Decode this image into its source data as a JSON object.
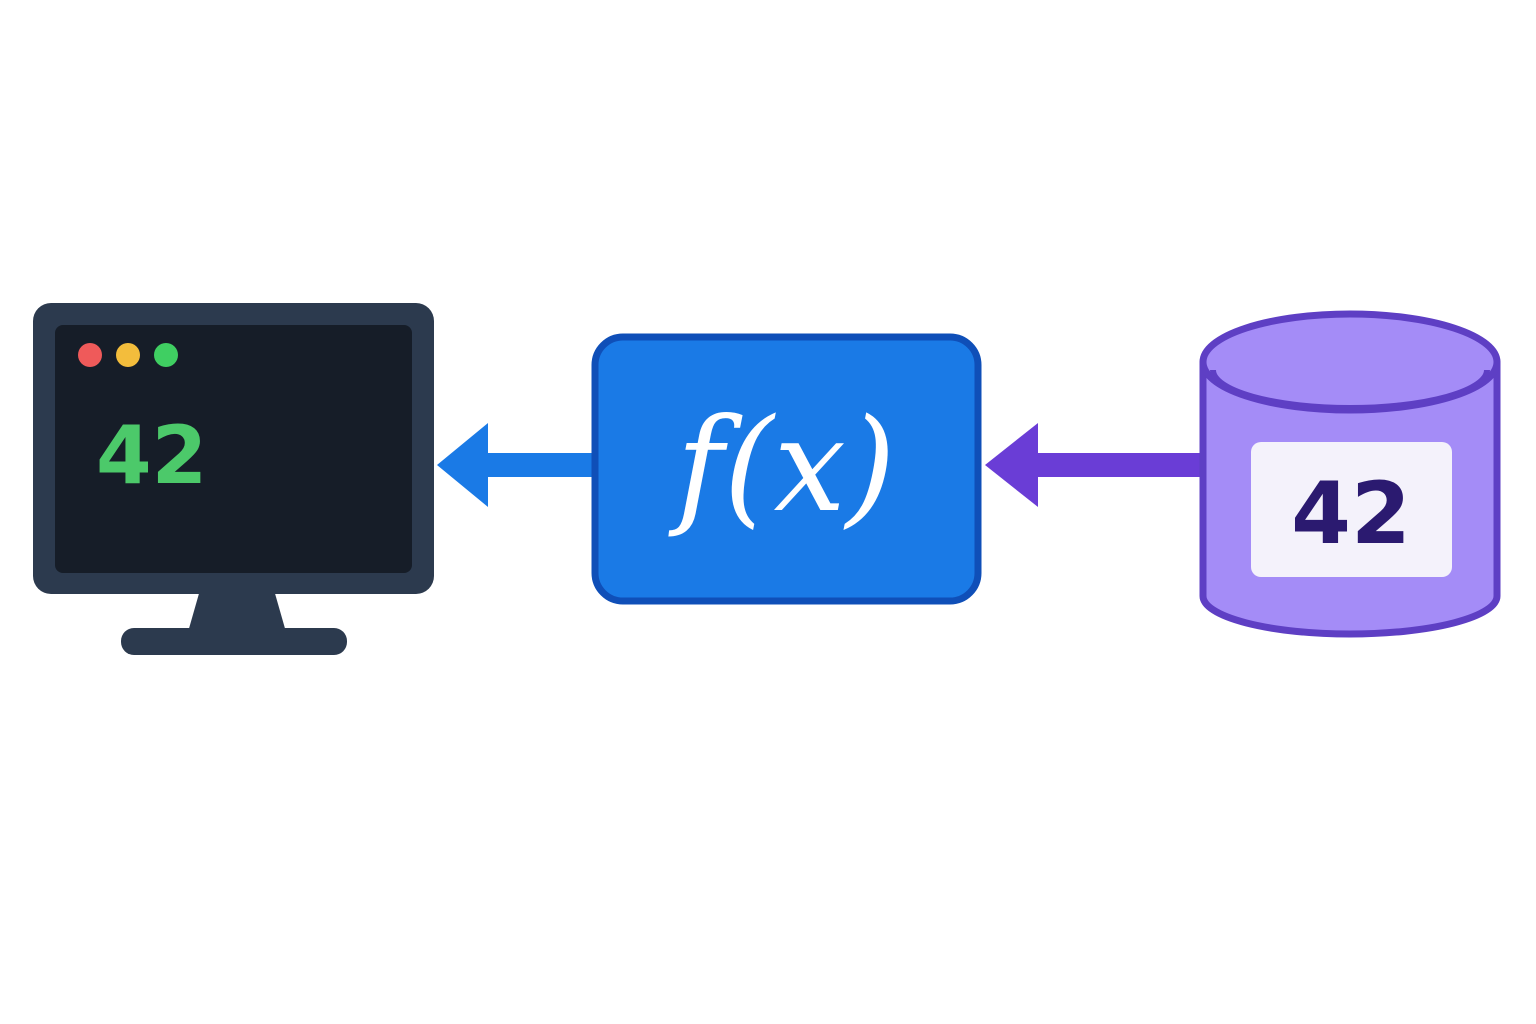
{
  "monitor": {
    "value": "42",
    "colors": {
      "frame": "#2c3a4e",
      "screen": "#161d28",
      "value": "#4cc96a",
      "dot_red": "#ef5a5a",
      "dot_yellow": "#f3bd3c",
      "dot_green": "#3fcf62",
      "stand": "#2c3a4e"
    }
  },
  "function_box": {
    "label": "f(x)",
    "colors": {
      "fill": "#1a7ae6",
      "border": "#0f4fb8",
      "text": "#ffffff"
    }
  },
  "database": {
    "value": "42",
    "colors": {
      "fill": "#a48cf7",
      "border": "#5e3fc4",
      "label_bg": "#f4f2fb",
      "value": "#2b1a70"
    }
  },
  "arrows": {
    "function_to_monitor_color": "#1a7ae6",
    "database_to_function_color": "#6a3dd6"
  }
}
